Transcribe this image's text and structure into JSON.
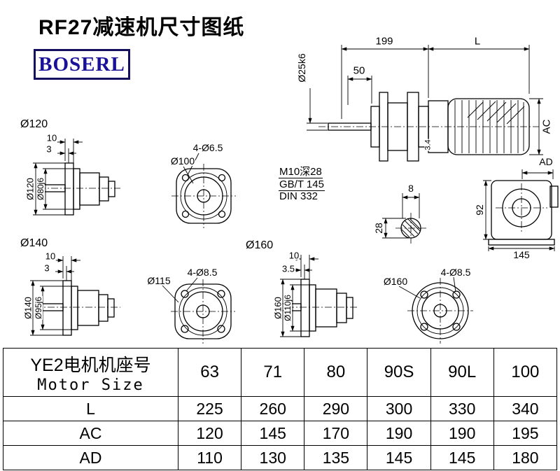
{
  "page": {
    "title": "RF27减速机尺寸图纸",
    "logo": "BOSERL"
  },
  "main_view": {
    "dim_length_gearbox": "199",
    "dim_length_motor": "L",
    "dim_shaft_length": "50",
    "dim_shaft_dia": "Ø25k6",
    "dim_motor_height": "AC",
    "dim_motor_width": "AD",
    "dim_flange_gap": "3.4",
    "thread_line1": "M10深28",
    "thread_line2": "GB/T 145",
    "thread_line3": "DIN 332",
    "key_width": "8",
    "key_height": "28",
    "rear_height": "92",
    "rear_width": "145"
  },
  "flange120": {
    "callout": "Ø120",
    "dim_thickness": "10",
    "dim_step": "3",
    "dim_od": "Ø120",
    "dim_spigot": "Ø80j6"
  },
  "front100": {
    "holes": "4-Ø6.5",
    "bolt_circle": "Ø100"
  },
  "flange140": {
    "callout": "Ø140",
    "dim_thickness": "10",
    "dim_step": "3",
    "dim_od": "Ø140",
    "dim_spigot": "Ø95j6"
  },
  "front115": {
    "holes": "4-Ø8.5",
    "bolt_circle": "Ø115"
  },
  "flange160": {
    "callout": "Ø160",
    "dim_thickness": "10",
    "dim_step": "3.5",
    "dim_od": "Ø160",
    "dim_spigot": "Ø110j6"
  },
  "front160": {
    "holes": "4-Ø8.5",
    "bolt_circle": "Ø160"
  },
  "table": {
    "header_cn": "YE2电机机座号",
    "header_en": "Motor Size",
    "sizes": [
      "63",
      "71",
      "80",
      "90S",
      "90L",
      "100"
    ],
    "rows": [
      {
        "label": "L",
        "values": [
          "225",
          "260",
          "290",
          "300",
          "330",
          "340"
        ]
      },
      {
        "label": "AC",
        "values": [
          "120",
          "145",
          "170",
          "190",
          "190",
          "195"
        ]
      },
      {
        "label": "AD",
        "values": [
          "110",
          "130",
          "135",
          "145",
          "145",
          "180"
        ]
      }
    ]
  }
}
